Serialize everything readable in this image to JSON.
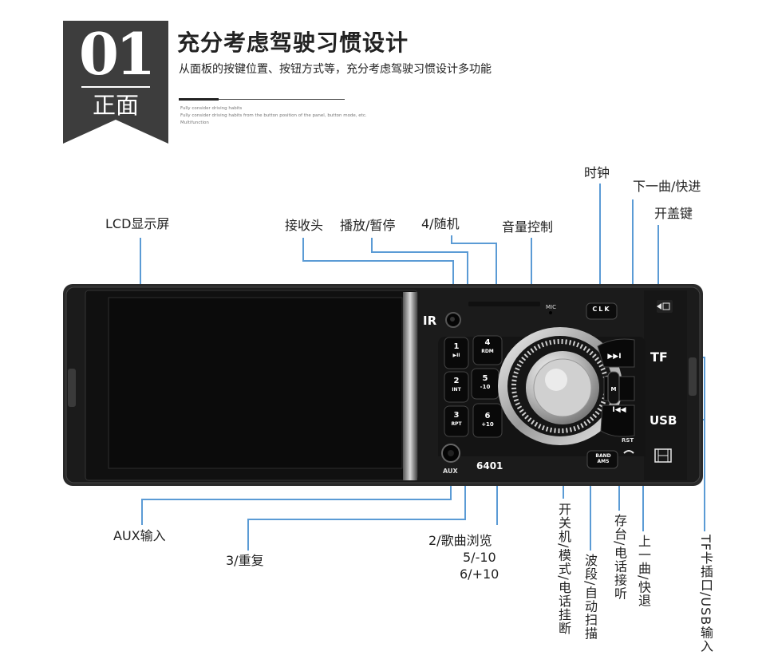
{
  "header": {
    "number": "01",
    "section": "正面",
    "title": "充分考虑驾驶习惯设计",
    "subtitle": "从面板的按键位置、按钮方式等，充分考虑驾驶习惯设计多功能",
    "en_lines": [
      "Fully consider driving habits",
      "Fully consider driving habits from the button position of the panel, button mode, etc.",
      "Multifunction"
    ]
  },
  "labels": {
    "lcd": "LCD显示屏",
    "ir_receiver": "接收头",
    "play_pause": "播放/暂停",
    "random": "4/随机",
    "volume": "音量控制",
    "clock": "时钟",
    "next": "下一曲/快进",
    "open_cover": "开盖键",
    "aux_input": "AUX输入",
    "repeat": "3/重复",
    "browse": "2/歌曲浏览",
    "minus10": "5/-10",
    "plus10": "6/+10",
    "power_mode": "开关机/模式/电话挂断",
    "band": "波段/自动扫描",
    "store": "存台/电话接听",
    "prev": "上一曲/快退",
    "tf_usb": "TF卡插口/USB输入"
  },
  "device": {
    "ir": "IR",
    "mic": "MIC",
    "clk": "CLK",
    "tf": "TF",
    "usb": "USB",
    "aux": "AUX",
    "model": "6401",
    "rst": "RST",
    "band_top": "BAND",
    "band_bottom": "AMS",
    "btn1": "1",
    "btn1_sub": "▶II",
    "btn2": "2",
    "btn2_sub": "INT",
    "btn3": "3",
    "btn3_sub": "RPT",
    "btn4": "4",
    "btn4_sub": "RDM",
    "btn5": "5",
    "btn5_sub": "-10",
    "btn6": "6",
    "btn6_sub": "+10",
    "mode_label": "M",
    "next_icon": "▶▶I",
    "prev_icon": "I◀◀"
  },
  "colors": {
    "callout": "#5b9bd5",
    "badge": "#3d3d3d",
    "panel": "#1b1b1b"
  }
}
